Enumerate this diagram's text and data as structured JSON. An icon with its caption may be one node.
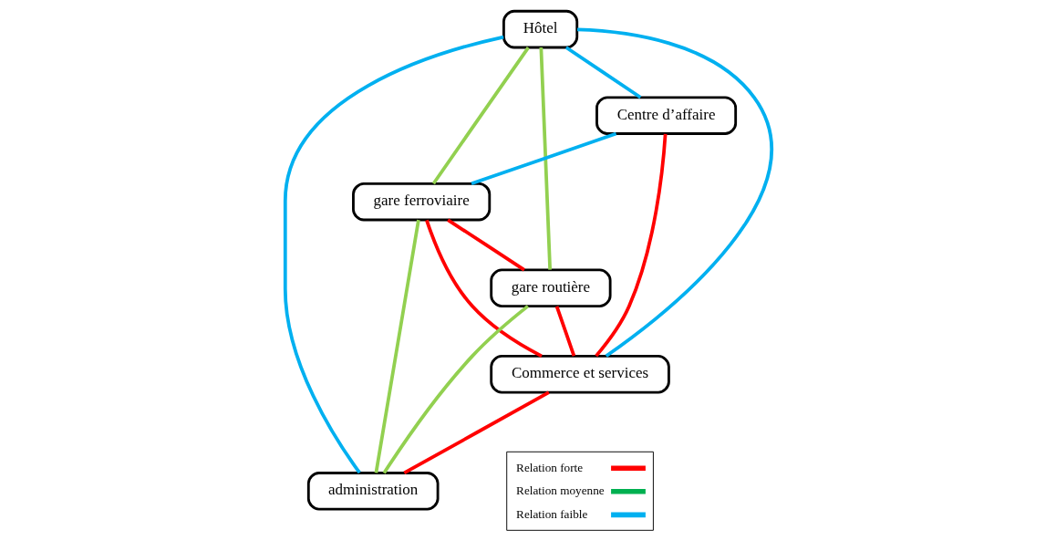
{
  "diagram": {
    "nodes": [
      {
        "text": [
          "Hôtel"
        ]
      },
      {
        "text": [
          "Centre d’affaire"
        ]
      },
      {
        "text": [
          "gare ferroviaire"
        ]
      },
      {
        "text": [
          "gare routière"
        ]
      },
      {
        "text": [
          "Commerce et services"
        ]
      },
      {
        "text": [
          "administration"
        ]
      }
    ],
    "edges": [
      {
        "from": 0,
        "to": 1,
        "arrow": "none",
        "color": "#00b0f0"
      },
      {
        "from": 0,
        "to": 5,
        "arrow": "none",
        "color": "#00b0f0"
      },
      {
        "from": 0,
        "to": 2,
        "arrow": "none",
        "color": "#92d050"
      },
      {
        "from": 0,
        "to": 3,
        "arrow": "none",
        "color": "#92d050"
      },
      {
        "from": 0,
        "to": 4,
        "arrow": "none",
        "color": "#00b0f0"
      },
      {
        "from": 1,
        "to": 2,
        "arrow": "none",
        "color": "#00b0f0"
      },
      {
        "from": 1,
        "to": 4,
        "arrow": "none"
      },
      {
        "from": 2,
        "to": 3,
        "arrow": "none"
      },
      {
        "from": 2,
        "to": 4,
        "arrow": "none"
      },
      {
        "from": 2,
        "to": 5,
        "arrow": "none",
        "color": "#92d050"
      },
      {
        "from": 3,
        "to": 4,
        "arrow": "none"
      },
      {
        "from": 3,
        "to": 5,
        "arrow": "none",
        "color": "#92d050"
      },
      {
        "from": 4,
        "to": 5,
        "arrow": "none"
      }
    ],
    "legend": [
      {
        "text": "Relation forte",
        "color": "#ff0000"
      },
      {
        "text": "Relation moyenne",
        "color": "#00b050"
      },
      {
        "text": "Relation faible",
        "color": "#00b0f0"
      }
    ]
  }
}
